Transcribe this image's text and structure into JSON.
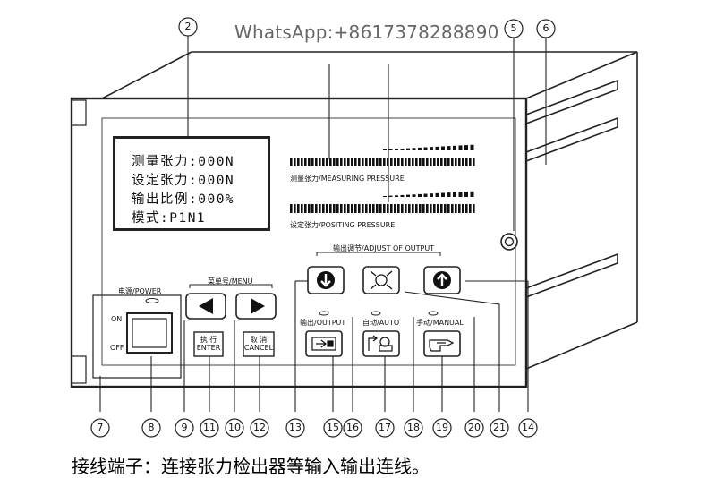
{
  "watermark": "WhatsApp:+8617378288890",
  "lcd": {
    "line1": "测量张力:000N",
    "line2": "设定张力:000N",
    "line3": "输出比例:000%",
    "line4": "模式:P1N1"
  },
  "bars": {
    "measuring_label": "测量张力/MEASURING PRESSURE",
    "positing_label": "设定张力/POSITING PRESSURE"
  },
  "adjust_label": "输出调节/ADJUST OF OUTPUT",
  "power": {
    "label": "电源/POWER",
    "on": "ON",
    "off": "OFF"
  },
  "menu_label": "菜单号/MENU",
  "enter": {
    "cn": "执 行",
    "en": "ENTER"
  },
  "cancel": {
    "cn": "取 消",
    "en": "CANCEL"
  },
  "output_label": "输出/OUTPUT",
  "auto_label": "自动/AUTO",
  "manual_label": "手动/MANUAL",
  "callouts": [
    "2",
    "5",
    "6",
    "7",
    "8",
    "9",
    "11",
    "10",
    "12",
    "13",
    "15",
    "16",
    "17",
    "18",
    "19",
    "20",
    "21",
    "14"
  ],
  "caption": "接线端子：连接张力检出器等输入输出连线。"
}
